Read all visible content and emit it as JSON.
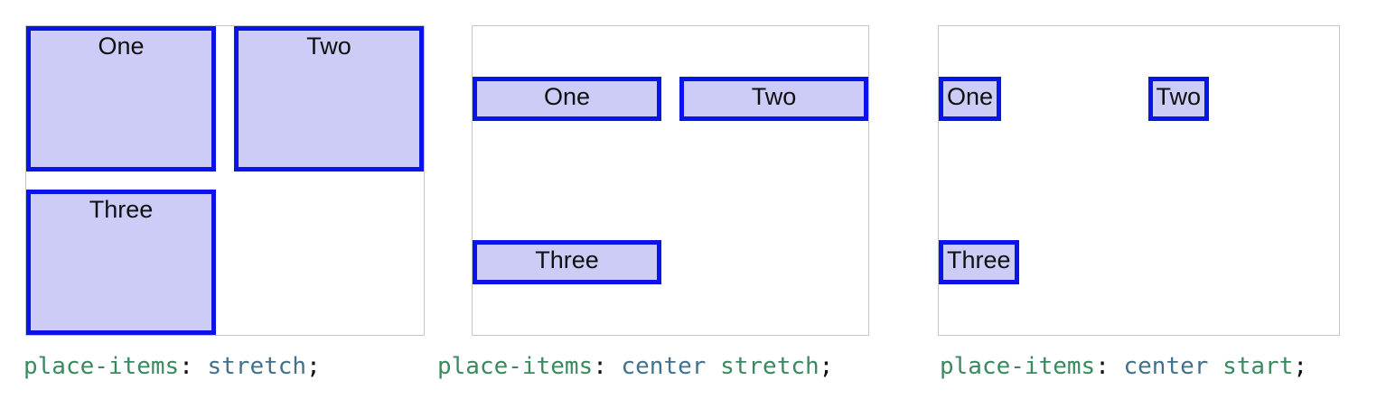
{
  "page": {
    "title": "CSS place-items examples",
    "background": "#ffffff"
  },
  "colors": {
    "container_border": "#c6c6c6",
    "item_border": "#0a14e8",
    "item_background": "#ccccf7",
    "item_text": "#101010",
    "caption_property": "#3a8a5f",
    "caption_value_keyword": "#43718c",
    "caption_value_alt": "#3a8a5f",
    "caption_punctuation": "#101010"
  },
  "demos": [
    {
      "id": "stretch",
      "items": [
        {
          "label": "One"
        },
        {
          "label": "Two"
        },
        {
          "label": "Three"
        }
      ],
      "caption": {
        "property": "place-items",
        "colon": ":",
        "value_1": "stretch",
        "value_2": "",
        "semicolon": ";",
        "full_text": "place-items: stretch;"
      }
    },
    {
      "id": "center-stretch",
      "items": [
        {
          "label": "One"
        },
        {
          "label": "Two"
        },
        {
          "label": "Three"
        }
      ],
      "caption": {
        "property": "place-items",
        "colon": ":",
        "value_1": "center",
        "value_2": "stretch",
        "semicolon": ";",
        "full_text": "place-items: center stretch;"
      }
    },
    {
      "id": "center-start",
      "items": [
        {
          "label": "One"
        },
        {
          "label": "Two"
        },
        {
          "label": "Three"
        }
      ],
      "caption": {
        "property": "place-items",
        "colon": ":",
        "value_1": "center",
        "value_2": "start",
        "semicolon": ";",
        "full_text": "place-items: center start;"
      }
    }
  ]
}
